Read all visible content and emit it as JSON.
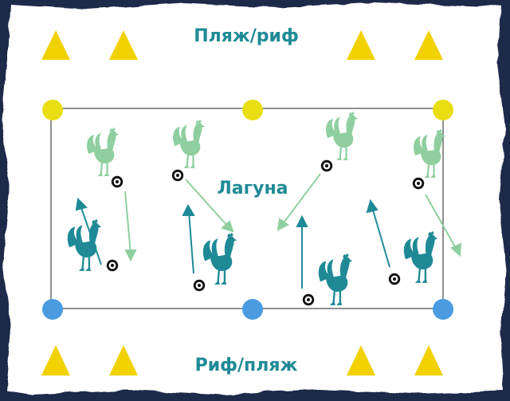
{
  "colors": {
    "paper": "#ffffff",
    "frame": "#2a2a2a",
    "label": "#1f8a96",
    "cone": "#f2d100",
    "yellow_marker": "#e8de12",
    "blue_marker": "#4a9be0",
    "light_rooster": "#8fcf9f",
    "dark_rooster": "#1f8a96",
    "ball": "#111111"
  },
  "labels": {
    "top": "Пляж/риф",
    "center": "Лагуна",
    "bottom": "Риф/пляж"
  },
  "icons": {
    "cone": "triangle-cone-icon",
    "marker": "circle-marker-icon",
    "rooster": "rooster-icon",
    "ball": "soccer-ball-icon"
  }
}
